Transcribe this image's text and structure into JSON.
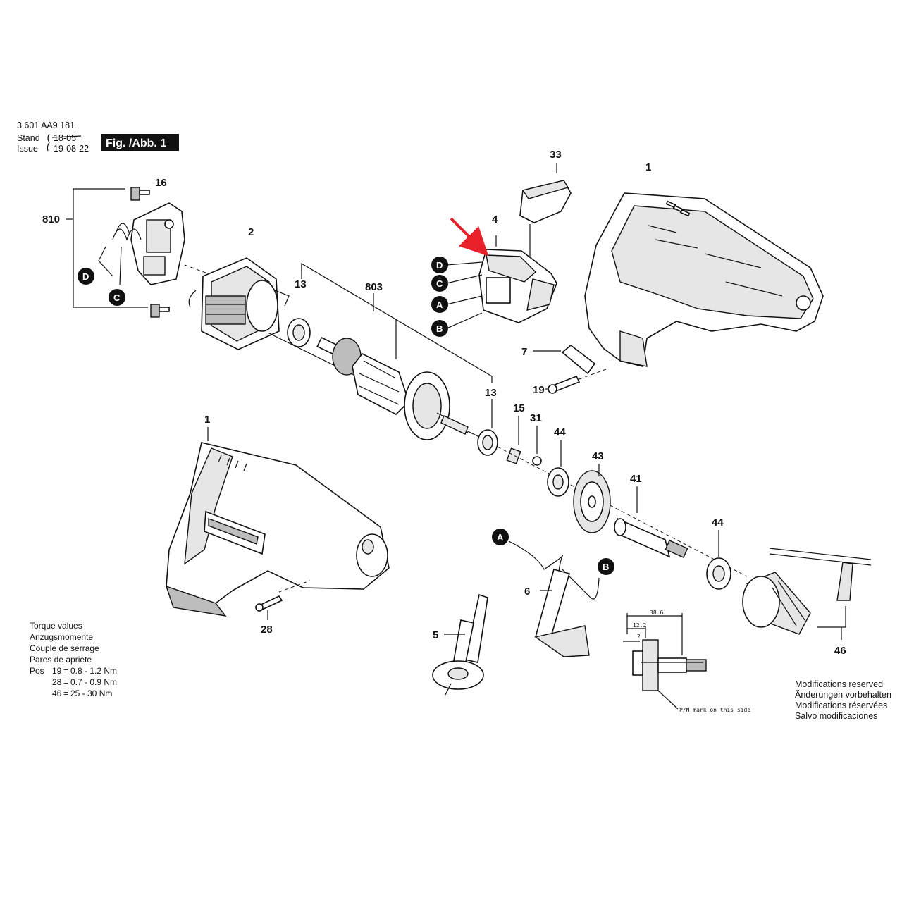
{
  "header": {
    "document_number": "3 601 AA9 181",
    "stand_label": "Stand",
    "stand_value": "18-05",
    "issue_label": "Issue",
    "issue_value": "19-08-22",
    "figure_badge": "Fig. /Abb. 1"
  },
  "part_labels": {
    "p810": "810",
    "p16": "16",
    "p2": "2",
    "p13a": "13",
    "p803": "803",
    "p13b": "13",
    "p33": "33",
    "p4": "4",
    "p1a": "1",
    "p7": "7",
    "p19": "19",
    "p15": "15",
    "p31": "31",
    "p44a": "44",
    "p43": "43",
    "p41": "41",
    "p44b": "44",
    "p46": "46",
    "p1b": "1",
    "p28": "28",
    "p6": "6",
    "p5": "5"
  },
  "connector_labels": {
    "d_brush": "D",
    "c_brush": "C",
    "d_switch": "D",
    "c_switch": "C",
    "a_switch": "A",
    "b_switch": "B",
    "a_cable": "A",
    "b_cable": "B"
  },
  "torque": {
    "lines": [
      "Torque values",
      "Anzugsmomente",
      "Couple de serrage",
      "Pares de apriete"
    ],
    "pos_label": "Pos",
    "rows": [
      {
        "pos": "19",
        "value": "0.8 - 1.2 Nm"
      },
      {
        "pos": "28",
        "value": "0.7 - 0.9 Nm"
      },
      {
        "pos": "46",
        "value": "25 - 30 Nm"
      }
    ]
  },
  "modifications": [
    "Modifications reserved",
    "Änderungen vorbehalten",
    "Modifications réservées",
    "Salvo modificaciones"
  ],
  "dimension_detail": {
    "dim_overall": "38.6",
    "dim_mid": "12.2",
    "dim_small": "2",
    "note": "P/N mark on this side"
  },
  "colors": {
    "line": "#111111",
    "badge_bg": "#111111",
    "highlight_arrow": "#e8202a"
  }
}
